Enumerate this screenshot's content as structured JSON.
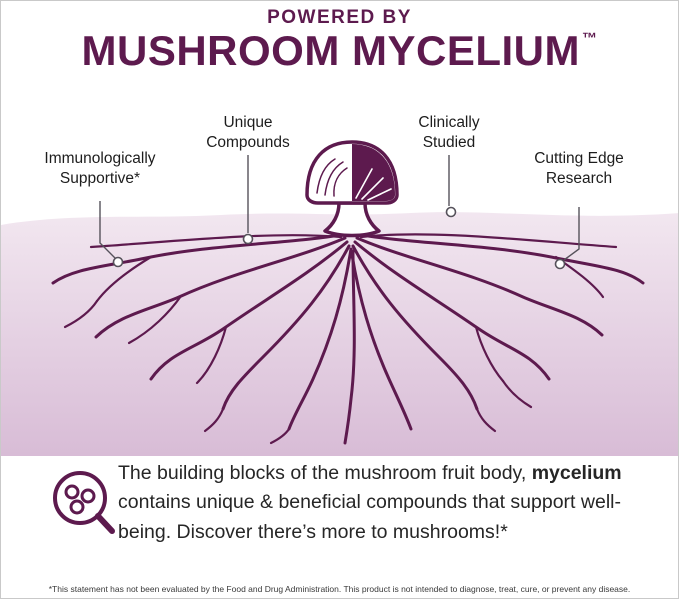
{
  "header": {
    "kicker": "POWERED BY",
    "title": "MUSHROOM MYCELIUM",
    "trademark": "™"
  },
  "callouts": [
    {
      "id": "immunologically-supportive",
      "label": "Immunologically\nSupportive*"
    },
    {
      "id": "unique-compounds",
      "label": "Unique\nCompounds"
    },
    {
      "id": "clinically-studied",
      "label": "Clinically\nStudied"
    },
    {
      "id": "cutting-edge-research",
      "label": "Cutting Edge\nResearch"
    }
  ],
  "body": {
    "part1": "The building blocks of the mushroom fruit body, ",
    "highlight": "mycelium",
    "part2": " contains unique & beneficial compounds that support well-being. Discover there’s more to mushrooms!*"
  },
  "footnote": "*This statement has not been evaluated by the Food and Drug Administration. This product is not intended to diagnose, treat, cure, or prevent any disease.",
  "icons": [
    {
      "name": "magnifier-molecule-icon"
    },
    {
      "name": "mushroom-icon"
    }
  ],
  "colors": {
    "brand": "#5d1a4e",
    "callout_line": "#56525b",
    "soil_top": "#f2e7f0",
    "soil_bottom": "#d8bcd6",
    "text": "#262626"
  }
}
